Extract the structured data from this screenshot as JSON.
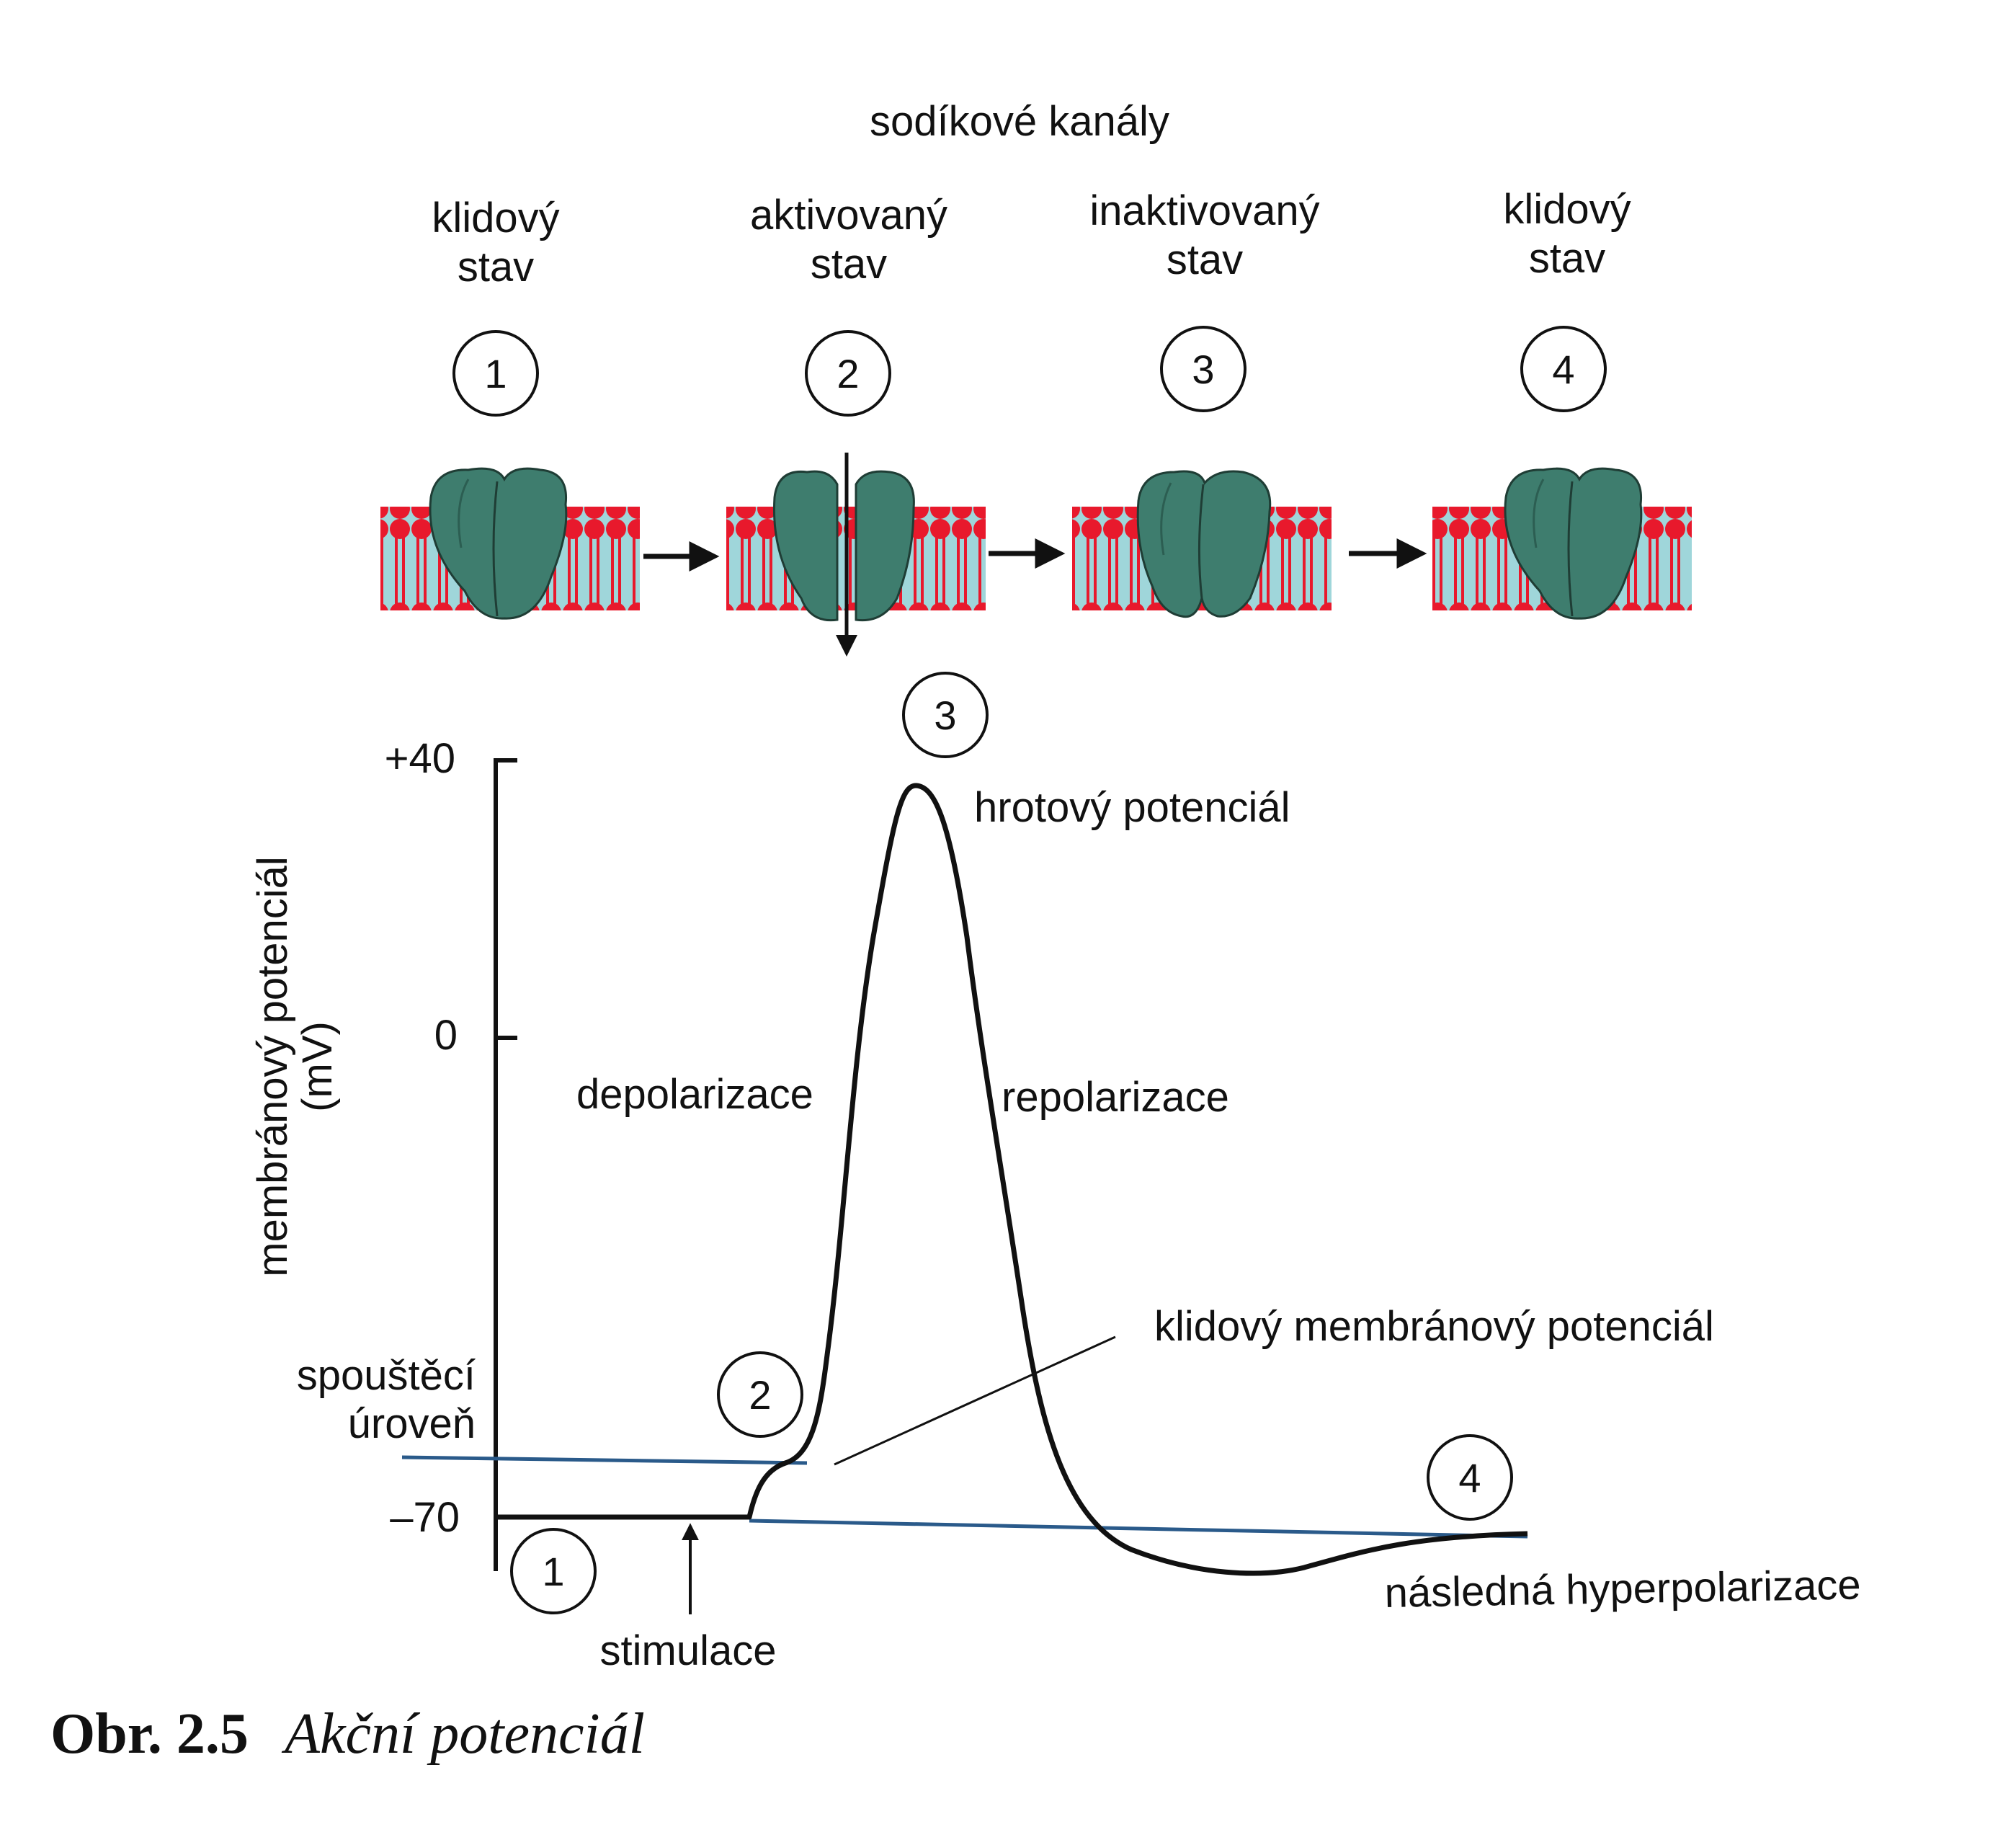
{
  "header": {
    "title": "sodíkové kanály",
    "states": [
      {
        "num": "1",
        "line1": "klidový",
        "line2": "stav"
      },
      {
        "num": "2",
        "line1": "aktivovaný",
        "line2": "stav"
      },
      {
        "num": "3",
        "line1": "inaktivovaný",
        "line2": "stav"
      },
      {
        "num": "4",
        "line1": "klidový",
        "line2": "stav"
      }
    ]
  },
  "graph": {
    "ylabel_line1": "membránový potenciál",
    "ylabel_line2": "(mV)",
    "ticks": [
      "+40",
      "0",
      "–70"
    ],
    "markers": [
      "1",
      "2",
      "3",
      "4"
    ],
    "labels": {
      "spike": "hrotový potenciál",
      "depolarization": "depolarizace",
      "repolarization": "repolarizace",
      "resting_potential": "klidový membránový potenciál",
      "threshold_line1": "spouštěcí",
      "threshold_line2": "úroveň",
      "hyperpolarization": "následná hyperpolarizace",
      "stimulation": "stimulace"
    }
  },
  "caption": {
    "number": "Obr. 2.5",
    "text": "Akční potenciál"
  },
  "colors": {
    "membrane_head": "#e8192c",
    "membrane_core": "#9fd6da",
    "channel": "#3e7d6e",
    "baseline": "#2a5a8a",
    "ink": "#111111"
  }
}
